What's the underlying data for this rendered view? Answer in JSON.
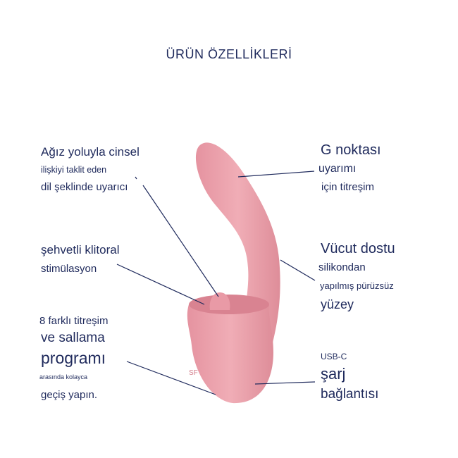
{
  "title": "ÜRÜN ÖZELLİKLERİ",
  "colors": {
    "text": "#1f2a5c",
    "product": "#eca4ad",
    "line": "#1f2a5c"
  },
  "product_logo": "SF",
  "left_features": [
    {
      "lines": [
        "Ağız yoluyla cinsel",
        "ilişkiyi taklit eden",
        "dil şeklinde uyarıcı"
      ]
    },
    {
      "lines": [
        "şehvetli klitoral",
        "stimülasyon"
      ]
    },
    {
      "lines": [
        "8 farklı titreşim",
        "ve sallama",
        "programı",
        "arasında kolayca",
        "geçiş yapın."
      ]
    }
  ],
  "right_features": [
    {
      "lines": [
        "G noktası",
        "uyarımı",
        "için titreşim"
      ]
    },
    {
      "lines": [
        "Vücut dostu",
        "silikondan",
        "yapılmış pürüzsüz",
        "yüzey"
      ]
    },
    {
      "lines": [
        "USB-C",
        "şarj",
        "bağlantısı"
      ]
    }
  ]
}
